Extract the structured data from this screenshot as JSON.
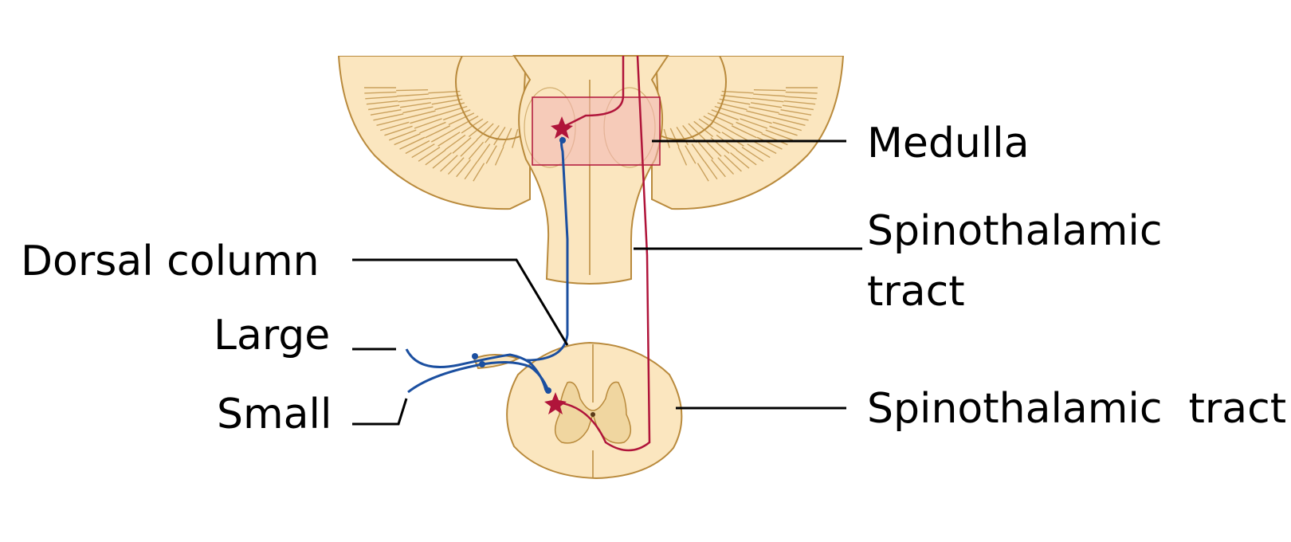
{
  "labels": {
    "medulla": "Medulla",
    "spinothalamic_upper_line1": "Spinothalamic",
    "spinothalamic_upper_line2": "tract",
    "spinothalamic_lower": "Spinothalamic  tract",
    "dorsal_column": "Dorsal column",
    "large": "Large",
    "small": "Small"
  },
  "colors": {
    "tissue_fill": "#fbe6bf",
    "tissue_outline": "#b98a3c",
    "gray_matter": "#f0d6a0",
    "medulla_highlight": "#f3b4b4",
    "dorsal_column_pathway": "#1b4fa0",
    "spinothalamic_pathway": "#b0143a",
    "leader_line": "#000000"
  }
}
